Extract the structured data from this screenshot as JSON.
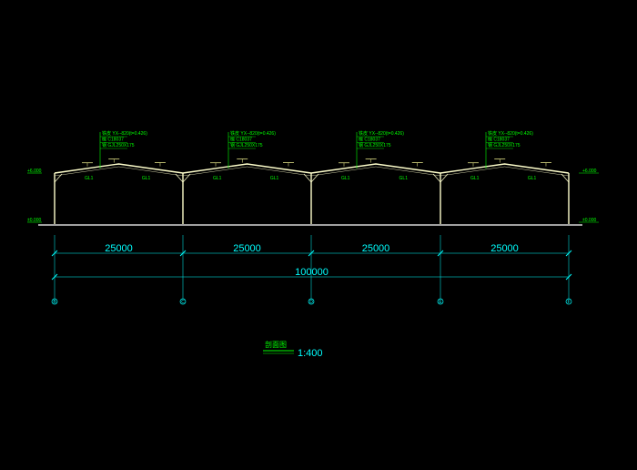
{
  "colors": {
    "background": "#000000",
    "frame": "#ffffcc",
    "dimension": "#00ffff",
    "annotation": "#00ff00",
    "text": "#ffff99",
    "ground": "#ffffff"
  },
  "frames": [
    {
      "note_lines": [
        "铁皮 YX--820(t=0.426)",
        "檩 C18037",
        "钢 GJL250X175"
      ],
      "purlins": [
        "GL1",
        "GL1"
      ]
    },
    {
      "note_lines": [
        "铁皮 YX--820(t=0.426)",
        "檩 C18037",
        "钢 GJL250X175"
      ],
      "purlins": [
        "GL1",
        "GL1"
      ]
    },
    {
      "note_lines": [
        "铁皮 YX--820(t=0.426)",
        "檩 C18037",
        "钢 GJL250X175"
      ],
      "purlins": [
        "GL1",
        "GL1"
      ]
    },
    {
      "note_lines": [
        "铁皮 YX--820(t=0.426)",
        "檩 C18037",
        "钢 GJL250X175"
      ],
      "purlins": [
        "GL1",
        "GL1"
      ]
    }
  ],
  "elevations": {
    "eave_left": "+6.000",
    "ground_left": "±0.000",
    "eave_right": "+6.000",
    "ground_right": "±0.000"
  },
  "spans": [
    "25000",
    "25000",
    "25000",
    "25000"
  ],
  "total": "100000",
  "grid_axes": [
    "B",
    "C",
    "D",
    "E",
    "F"
  ],
  "title": {
    "name": "剖面图",
    "scale": "1:400"
  }
}
